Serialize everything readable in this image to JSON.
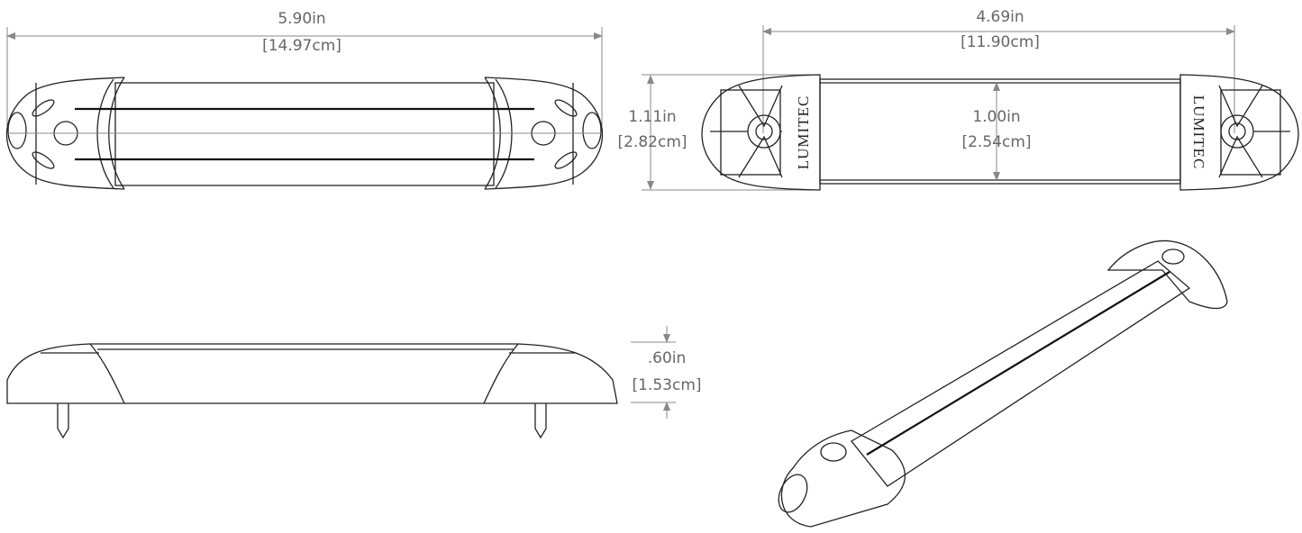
{
  "top_view": {
    "length_in": "5.90in",
    "length_cm": "[14.97cm]"
  },
  "bottom_view": {
    "mount_spacing_in": "4.69in",
    "mount_spacing_cm": "[11.90cm]",
    "width_in": "1.11in",
    "width_cm": "[2.82cm]",
    "lens_width_in": "1.00in",
    "lens_width_cm": "[2.54cm]",
    "brand_left": "LUMITEC",
    "brand_right": "LUMITEC"
  },
  "side_view": {
    "height_in": ".60in",
    "height_cm": "[1.53cm]"
  },
  "colors": {
    "line": "#222222",
    "dimension": "#888888"
  }
}
